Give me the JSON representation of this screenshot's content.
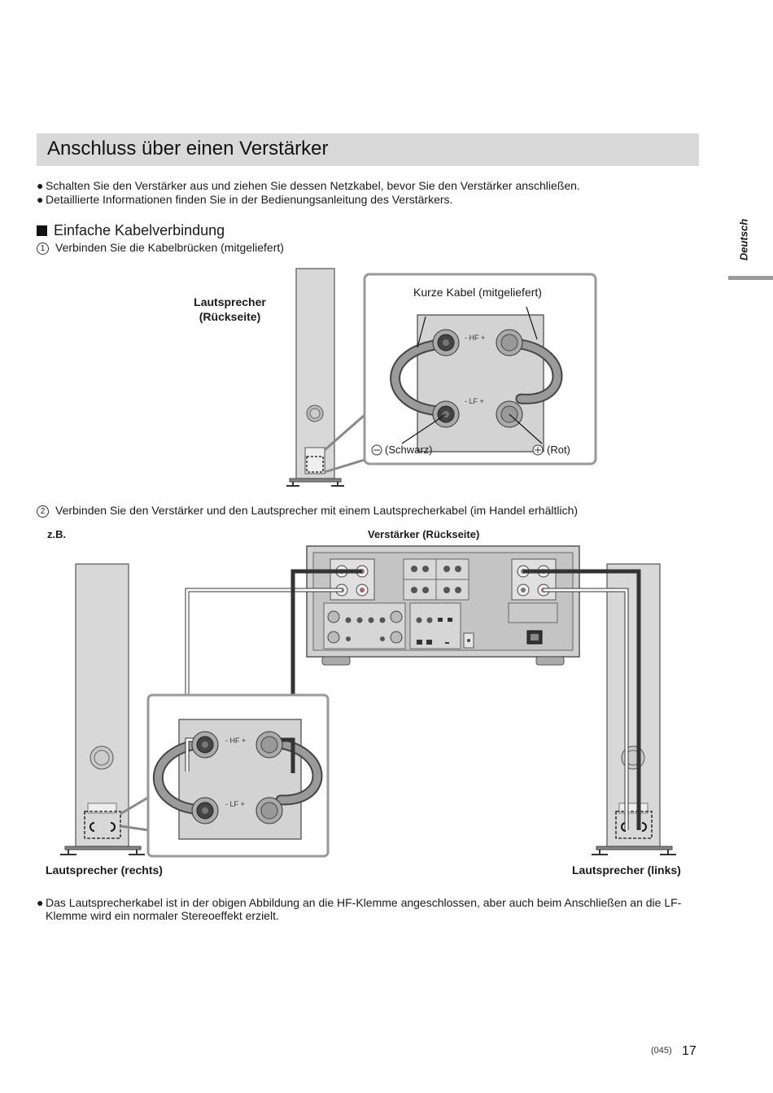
{
  "title": "Anschluss über einen Verstärker",
  "bullets_top": [
    "Schalten Sie den Verstärker aus und ziehen Sie dessen Netzkabel, bevor Sie den Verstärker anschließen.",
    "Detaillierte Informationen finden Sie in der Bedienungsanleitung des Verstärkers."
  ],
  "bullet_symbol": "●",
  "side_tab": "Deutsch",
  "section": {
    "heading": "Einfache Kabelverbindung",
    "step1": {
      "num": "1",
      "text": "Verbinden Sie die Kabelbrücken (mitgeliefert)"
    },
    "step2": {
      "num": "2",
      "text": "Verbinden Sie den Verstärker und den Lautsprecher mit einem Lautsprecherkabel (im Handel erhältlich)"
    }
  },
  "figure1": {
    "speaker_label_line1": "Lautsprecher",
    "speaker_label_line2": "(Rückseite)",
    "cable_label": "Kurze Kabel (mitgeliefert)",
    "hf_label": "-  HF  +",
    "lf_label": "-  LF  +",
    "black_label": "(Schwarz)",
    "red_label": "(Rot)",
    "minus_symbol": "−",
    "plus_symbol": "+"
  },
  "figure2": {
    "eg_label": "z.B.",
    "amp_label": "Verstärker (Rückseite)",
    "left_speaker_label": "Lautsprecher (rechts)",
    "right_speaker_label": "Lautsprecher (links)",
    "hf_label": "-  HF  +",
    "lf_label": "-  LF  +"
  },
  "bullet_bottom": "Das Lautsprecherkabel ist in der obigen Abbildung an die HF-Klemme angeschlossen, aber auch beim Anschließen an die LF-Klemme wird ein normaler Stereoeffekt erzielt.",
  "footer": {
    "code": "(045)",
    "page": "17"
  }
}
